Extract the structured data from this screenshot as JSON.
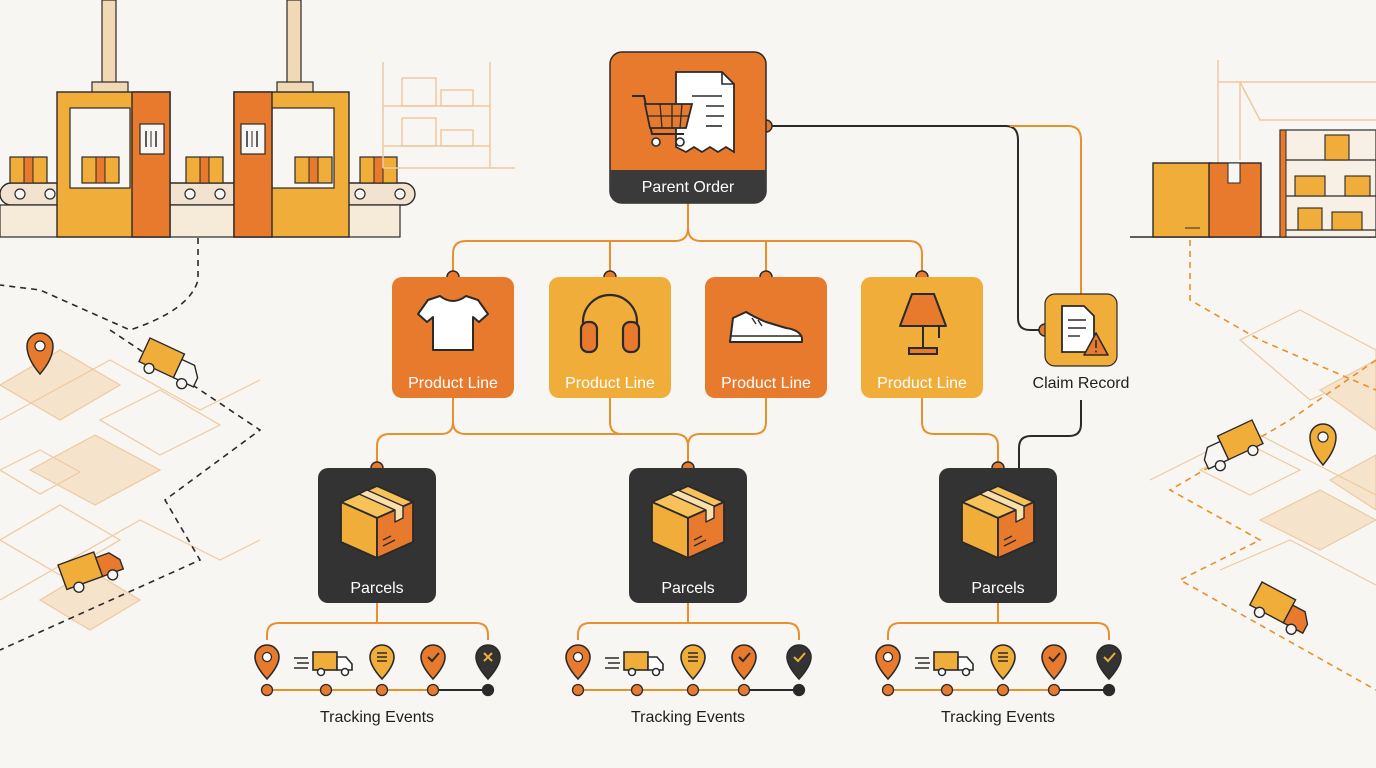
{
  "colors": {
    "dark_orange": "#e87a2e",
    "amber": "#f1ad3a",
    "charcoal": "#333333",
    "bar_dark": "#3a3a3a",
    "line_orange": "#e8902e",
    "line_dark": "#2a2a2a",
    "background": "#f8f6f2"
  },
  "diagram": {
    "parent_order": {
      "label": "Parent Order",
      "icon": "shopping-cart-receipt-icon"
    },
    "product_lines": [
      {
        "label": "Product Line",
        "icon": "t-shirt-icon"
      },
      {
        "label": "Product Line",
        "icon": "headphones-icon"
      },
      {
        "label": "Product Line",
        "icon": "sneaker-icon"
      },
      {
        "label": "Product Line",
        "icon": "lamp-icon"
      }
    ],
    "claim_record": {
      "label": "Claim Record",
      "icon": "document-warning-icon"
    },
    "parcels": [
      {
        "label": "Parcels",
        "icon": "box-icon"
      },
      {
        "label": "Parcels",
        "icon": "box-icon"
      },
      {
        "label": "Parcels",
        "icon": "box-icon"
      }
    ],
    "tracking_groups": [
      {
        "label": "Tracking Events",
        "events": [
          "location-pin-icon",
          "truck-icon",
          "info-pin-icon",
          "check-pin-icon",
          "cross-pin-icon"
        ]
      },
      {
        "label": "Tracking Events",
        "events": [
          "location-pin-icon",
          "truck-icon",
          "info-pin-icon",
          "check-pin-icon",
          "check-pin-icon"
        ]
      },
      {
        "label": "Tracking Events",
        "events": [
          "location-pin-icon",
          "truck-icon",
          "info-pin-icon",
          "check-pin-icon",
          "check-pin-icon"
        ]
      }
    ]
  }
}
